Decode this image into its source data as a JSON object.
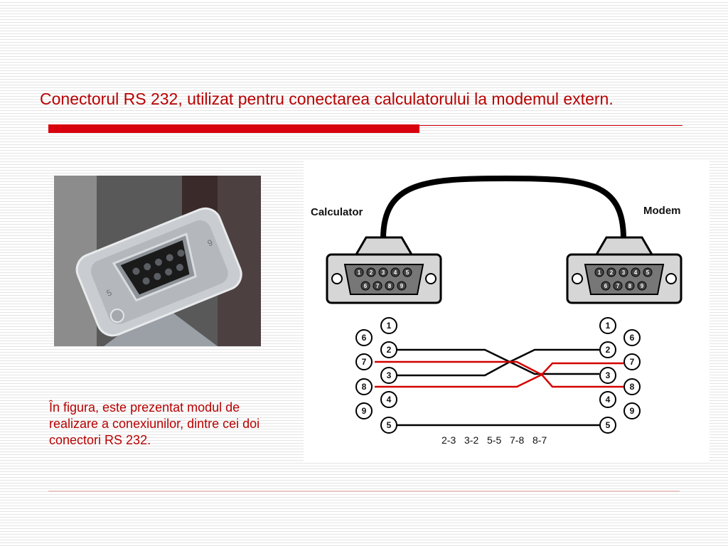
{
  "slide": {
    "title": "Conectorul  RS 232, utilizat pentru conectarea calculatorului la modemul extern.",
    "caption": "În figura, este prezentat modul de realizare a conexiunilor, dintre cei doi conectori RS 232."
  },
  "photo": {
    "connector_markings": [
      "5",
      "9"
    ]
  },
  "diagram": {
    "left_label": "Calculator",
    "right_label": "Modem",
    "db9_top_pins": [
      "1",
      "2",
      "3",
      "4",
      "5"
    ],
    "db9_bottom_pins": [
      "6",
      "7",
      "8",
      "9"
    ],
    "inner_pins_left": [
      "1",
      "2",
      "3",
      "4",
      "5"
    ],
    "outer_pins_left": [
      "6",
      "7",
      "8",
      "9"
    ],
    "inner_pins_right": [
      "1",
      "2",
      "3",
      "4",
      "5"
    ],
    "outer_pins_right": [
      "6",
      "7",
      "8",
      "9"
    ],
    "pair_labels": [
      "2-3",
      "3-2",
      "5-5",
      "7-8",
      "8-7"
    ]
  },
  "colors": {
    "title": "#b80000",
    "accent_rule": "#d9000d",
    "wire_black": "#000000",
    "wire_red": "#d40000"
  }
}
